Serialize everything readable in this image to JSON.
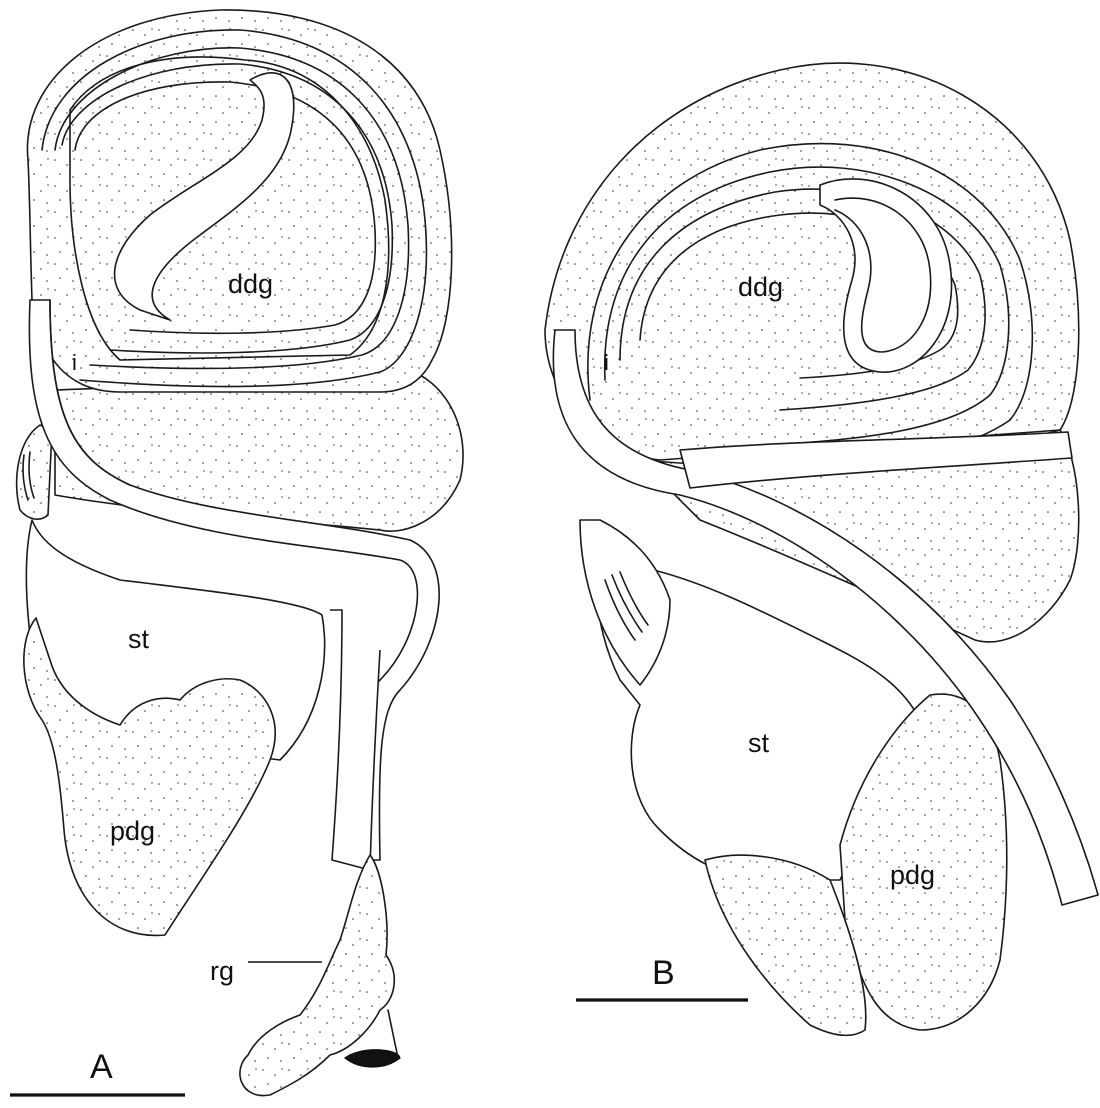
{
  "panels": [
    {
      "id": "A",
      "panel_label": "A",
      "labels": {
        "ddg": "ddg",
        "i": "i",
        "st": "st",
        "pdg": "pdg",
        "rg": "rg"
      }
    },
    {
      "id": "B",
      "panel_label": "B",
      "labels": {
        "ddg": "ddg",
        "i": "i",
        "st": "st",
        "pdg": "pdg"
      }
    }
  ]
}
